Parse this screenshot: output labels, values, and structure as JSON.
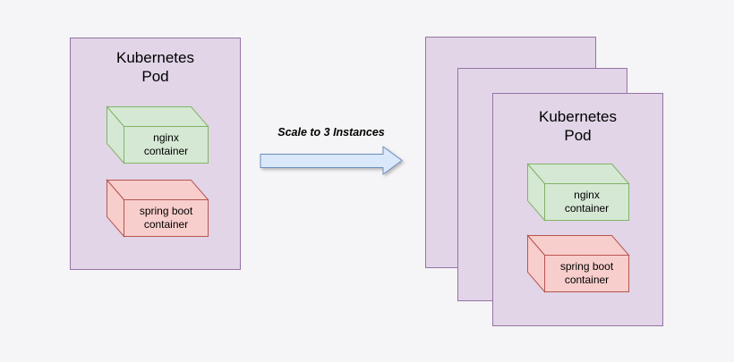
{
  "diagram": {
    "left_pod": {
      "title": "Kubernetes\nPod",
      "containers": [
        {
          "name": "nginx",
          "label": "nginx\ncontainer"
        },
        {
          "name": "spring-boot",
          "label": "spring boot\ncontainer"
        }
      ]
    },
    "arrow": {
      "label": "Scale to 3 Instances",
      "direction": "right"
    },
    "right_pod_stack": {
      "instance_count": 3,
      "front_pod": {
        "title": "Kubernetes\nPod",
        "containers": [
          {
            "name": "nginx",
            "label": "nginx\ncontainer"
          },
          {
            "name": "spring-boot",
            "label": "spring boot\ncontainer"
          }
        ]
      }
    }
  },
  "colors": {
    "background": "#f5f4f6",
    "pod_fill": "#e1d5e7",
    "pod_stroke": "#9673a6",
    "nginx_fill": "#d5e8d4",
    "nginx_stroke": "#82b366",
    "spring_fill": "#f8cecc",
    "spring_stroke": "#b85450",
    "arrow_fill": "#dae8fc",
    "arrow_stroke": "#6c8ebf",
    "text": "#000000"
  }
}
